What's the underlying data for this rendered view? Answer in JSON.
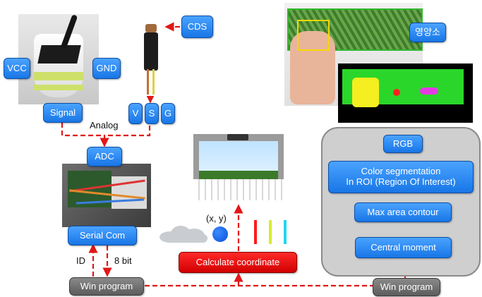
{
  "labels": {
    "vcc": "VCC",
    "gnd": "GND",
    "cds": "CDS",
    "nutrient": "영양소",
    "signal": "Signal",
    "v": "V",
    "s": "S",
    "g": "G",
    "analog": "Analog",
    "adc": "ADC",
    "serial_com": "Serial Com",
    "id": "ID",
    "eight_bit": "8 bit",
    "xy": "(x, y)",
    "calculate_coordinate": "Calculate coordinate",
    "win_program_left": "Win program",
    "win_program_right": "Win program",
    "rgb": "RGB",
    "color_segmentation_line1": "Color segmentation",
    "color_segmentation_line2": "In ROI (Region Of Interest)",
    "max_area_contour": "Max area contour",
    "central_moment": "Central moment"
  },
  "colors": {
    "box_blue": "#1876e6",
    "box_red": "#d10000",
    "box_gray": "#5c5c5c",
    "arrow_red": "#e01818",
    "panel_gray": "#cfcfcf",
    "bar_red": "#ff1a1a",
    "bar_yellow": "#d8ec2a",
    "bar_cyan": "#22d6ee",
    "dot_blue": "#1a5fe6"
  },
  "icons": [
    "cloud-icon",
    "coordinate-dot-icon"
  ]
}
